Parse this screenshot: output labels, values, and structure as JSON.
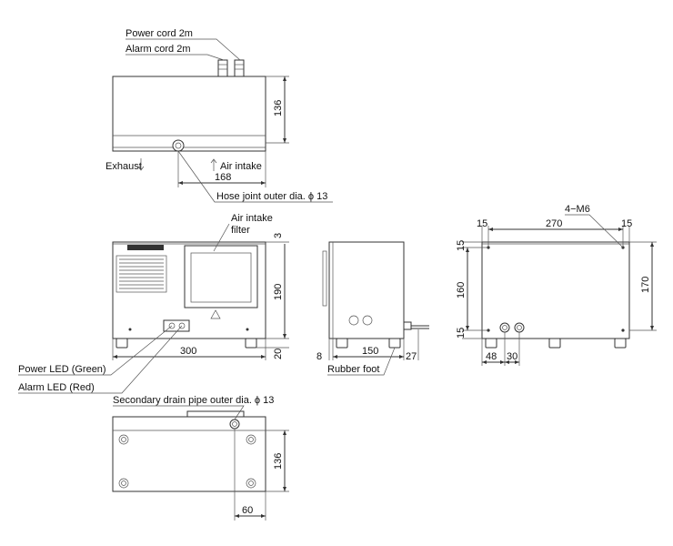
{
  "labels": {
    "power_cord": "Power cord 2m",
    "alarm_cord": "Alarm cord 2m",
    "exhaust": "Exhaust",
    "air_intake": "Air intake",
    "hose_joint": "Hose joint  outer dia. ϕ 13",
    "air_intake_filter_1": "Air intake",
    "air_intake_filter_2": "filter",
    "mounting_holes": "4−M6",
    "power_led": "Power LED (Green)",
    "alarm_led": "Alarm LED (Red)",
    "rubber_foot": "Rubber foot",
    "drain_pipe": "Secondary drain pipe  outer dia. ϕ 13"
  },
  "dimensions": {
    "top_height": "136",
    "top_hose_offset": "168",
    "front_top_gap": "3",
    "front_height": "190",
    "front_foot": "20",
    "front_width": "300",
    "side_left": "8",
    "side_depth": "150",
    "side_right": "27",
    "rear_left_margin": "15",
    "rear_hole_span": "270",
    "rear_right_margin": "15",
    "rear_top_margin": "15",
    "rear_hole_vspan": "160",
    "rear_bottom_margin": "15",
    "rear_height": "170",
    "rear_port_1": "48",
    "rear_port_2": "30",
    "bottom_depth": "136",
    "bottom_drain_offset": "60"
  }
}
